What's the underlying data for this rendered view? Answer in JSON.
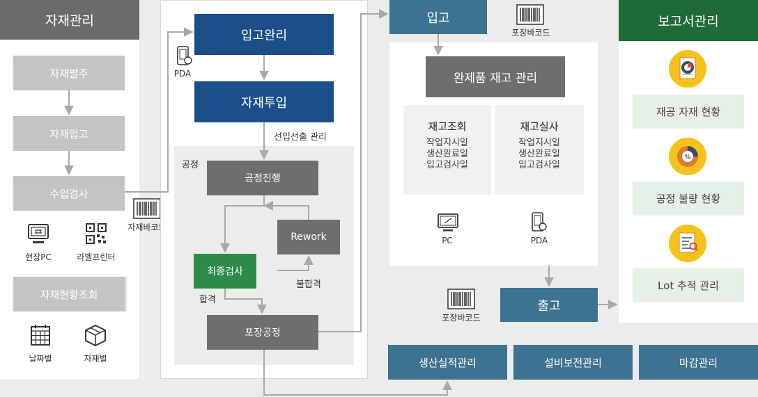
{
  "left": {
    "header": "자재관리",
    "steps": [
      "자재발주",
      "자재입고",
      "수입검사"
    ],
    "devices": [
      "현장PC",
      "라벨프린터"
    ],
    "inquiry": "자재현황조회",
    "views": [
      "날짜별",
      "자재별"
    ],
    "barcode_label": "자재바코드"
  },
  "middle": {
    "pda_label": "PDA",
    "receive_done": "입고완리",
    "material_input": "자재투입",
    "fifo_label": "선입선출 관리",
    "process_area_label": "공정",
    "process_run": "공정진행",
    "rework": "Rework",
    "final_inspection": "최종검사",
    "fail_label": "불합격",
    "pass_label": "합격",
    "packing": "포장공정"
  },
  "center": {
    "receive": "입고",
    "barcode_top": "포장바코드",
    "inventory_mgmt": "완제품 재고 관리",
    "cards": [
      {
        "title": "재고조회",
        "lines": [
          "작업지시일",
          "생산완료일",
          "입고검사일"
        ]
      },
      {
        "title": "재고실사",
        "lines": [
          "작업지시일",
          "생산완료일",
          "입고검사일"
        ]
      }
    ],
    "pc_label": "PC",
    "pda_label": "PDA",
    "barcode_bottom": "포장바코드",
    "ship": "출고",
    "bottom_buttons": [
      "생산실적관리",
      "설비보전관리",
      "마감관리"
    ]
  },
  "right": {
    "header": "보고서관리",
    "reports": [
      "재공 자재 현황",
      "공정 불량 현황",
      "Lot 추적 관리"
    ]
  },
  "colors": {
    "gray_header": "#6b6b6b",
    "light_gray_box": "#c4c4c4",
    "navy": "#1a4f8a",
    "dark_gray": "#6e6e6e",
    "green": "#2e8b47",
    "teal": "#3d7390",
    "report_green": "#1e6b37",
    "mint": "#e6f0e6",
    "yellow_icon": "#f5c21b"
  }
}
